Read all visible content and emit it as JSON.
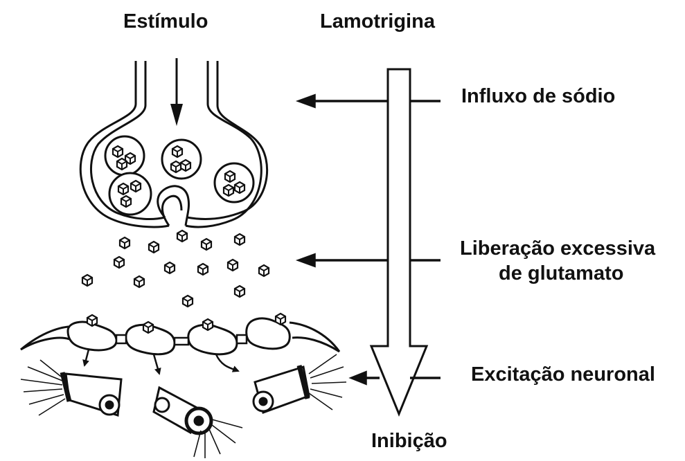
{
  "labels": {
    "stimulus": "Estímulo",
    "drug": "Lamotrigina",
    "sodium": "Influxo de sódio",
    "glutamate_line1": "Liberação excessiva",
    "glutamate_line2": "de glutamato",
    "excitation": "Excitação neuronal",
    "inhibition": "Inibição"
  },
  "colors": {
    "ink": "#111111",
    "paper": "#ffffff"
  }
}
